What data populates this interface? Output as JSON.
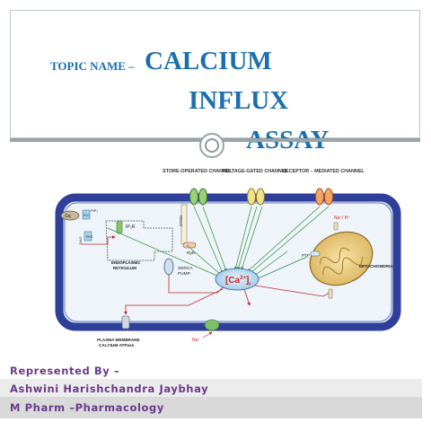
{
  "title": {
    "prefix": "TOPIC NAME –",
    "line1": "CALCIUM",
    "line2": "INFLUX",
    "line3": "ASSAY"
  },
  "diagram": {
    "channel_labels": {
      "store": "STORE-OPERATED CHANNEL",
      "voltage": "VOLTAGE-GATED CHANNEL",
      "receptor": "RECEPTOR – MEDIATED CHANNEL"
    },
    "labels": {
      "gq": "Gq",
      "plc": "PLC",
      "pip2": "PIP₂",
      "dag": "DAG",
      "pkc": "PKC",
      "ip3r": "IP₃R",
      "stim1": "STIM1",
      "ryr": "RyR",
      "er1": "ENDOPLASMIC",
      "er2": "RETICULUM",
      "serca1": "SERCA",
      "serca2": "PUMP",
      "ca_base": "[Ca",
      "ca_sup": "2+",
      "ca_close": "]",
      "ca_sub": "i",
      "ptp": "PTP",
      "mito": "MITOCHONDRIA",
      "nah": "Na⁺/ H⁺",
      "na": "Na⁺",
      "pmca1": "PLASMA MEMBRANE",
      "pmca2": "CALCIUM-ATPase"
    }
  },
  "footer": {
    "line1": "Represented By –",
    "line2": "Ashwini Harishchandra Jaybhay",
    "line3": "M Pharm –Pharmacology"
  }
}
